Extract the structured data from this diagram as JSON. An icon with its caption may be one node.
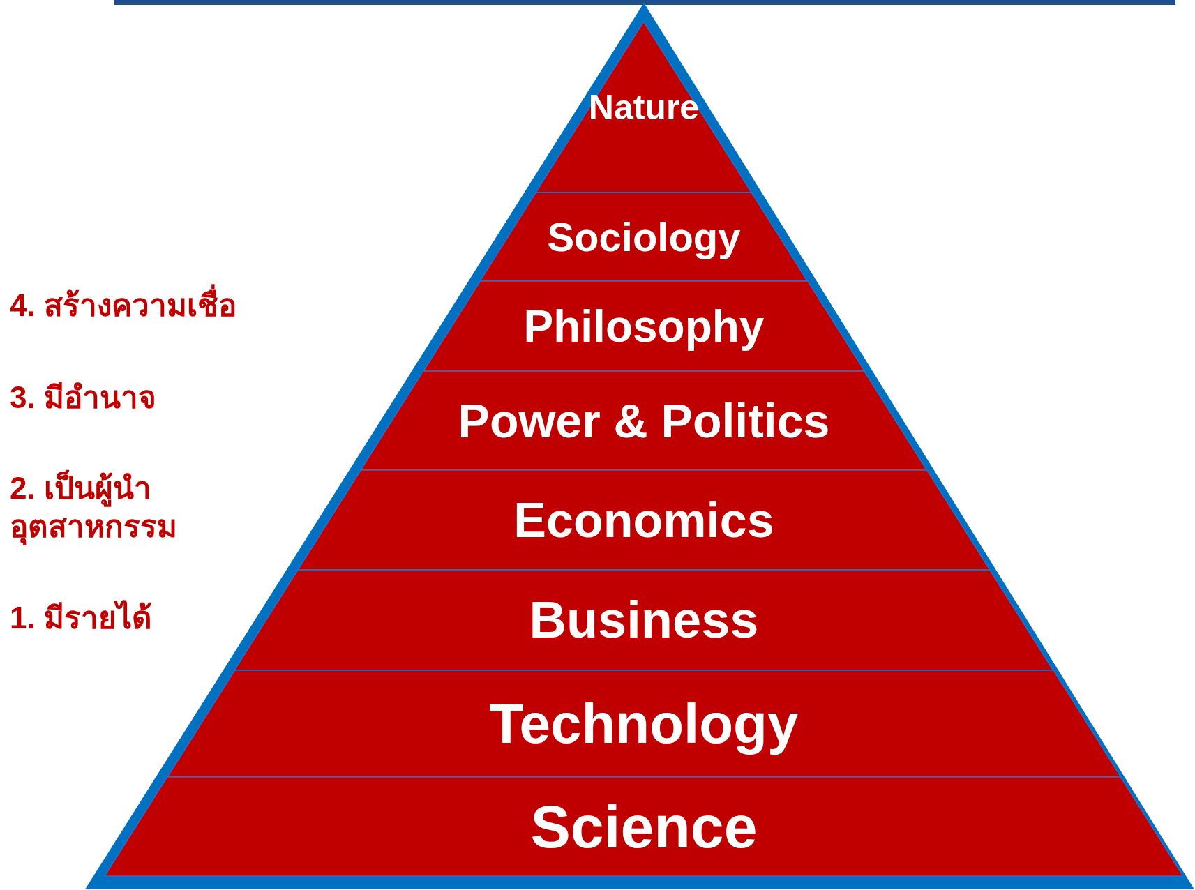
{
  "diagram": {
    "nodes": [
      {
        "text": [
          "Nature"
        ]
      },
      {
        "text": [
          "Sociology"
        ]
      },
      {
        "text": [
          "Philosophy"
        ]
      },
      {
        "text": [
          "Power & Politics"
        ]
      },
      {
        "text": [
          "Economics"
        ]
      },
      {
        "text": [
          "Business"
        ]
      },
      {
        "text": [
          "Technology"
        ]
      },
      {
        "text": [
          "Science"
        ]
      }
    ],
    "labels": [
      "4. สร้างความเชื่อ",
      "3. มีอำนาจ",
      "2. เป็นผู้นำอุตสาหกรรม",
      "1. มีรายได้"
    ]
  }
}
